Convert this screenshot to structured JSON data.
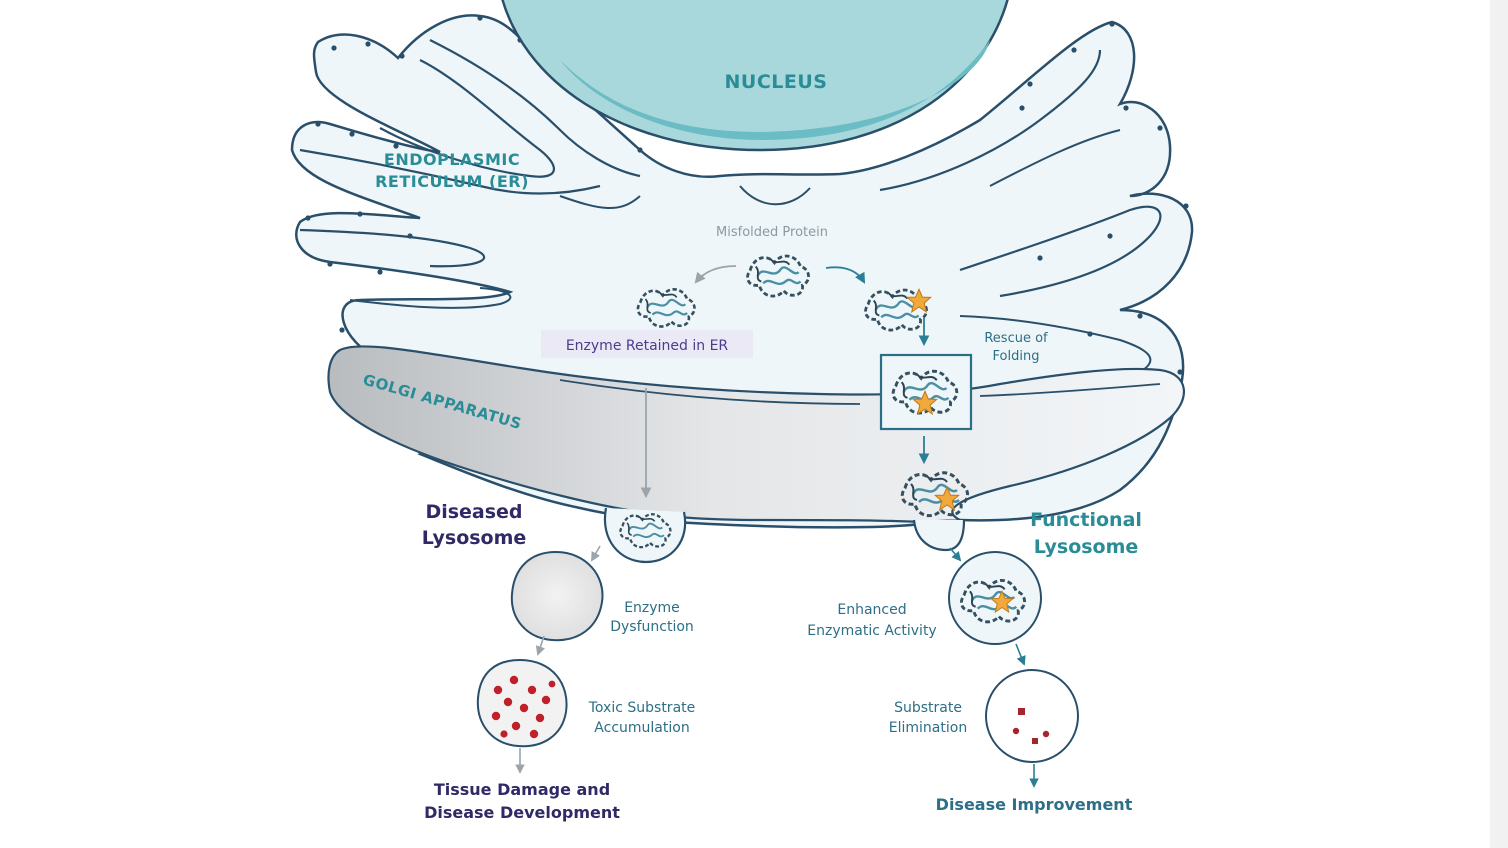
{
  "labels": {
    "nucleus": "NUCLEUS",
    "er_line1": "ENDOPLASMIC",
    "er_line2": "RETICULUM (ER)",
    "golgi": "GOLGI APPARATUS",
    "misfolded": "Misfolded Protein",
    "retained": "Enzyme Retained in ER",
    "rescue_line1": "Rescue of",
    "rescue_line2": "Folding",
    "diseased_line1": "Diseased",
    "diseased_line2": "Lysosome",
    "functional_line1": "Functional",
    "functional_line2": "Lysosome",
    "dysfunction_line1": "Enzyme",
    "dysfunction_line2": "Dysfunction",
    "toxic_line1": "Toxic Substrate",
    "toxic_line2": "Accumulation",
    "tissue_line1": "Tissue Damage and",
    "tissue_line2": "Disease Development",
    "enhanced_line1": "Enhanced",
    "enhanced_line2": "Enzymatic Activity",
    "elimination_line1": "Substrate",
    "elimination_line2": "Elimination",
    "improvement": "Disease Improvement"
  },
  "colors": {
    "nucleus_fill": "#a8d8dc",
    "nucleus_inner": "#6bbcc4",
    "membrane": "#2a4f6a",
    "cytoplasm": "#eef6f9",
    "teal": "#2a8c96",
    "navy": "#2f2a66",
    "star": "#f2a93b",
    "substrate_red": "#c0202a"
  }
}
